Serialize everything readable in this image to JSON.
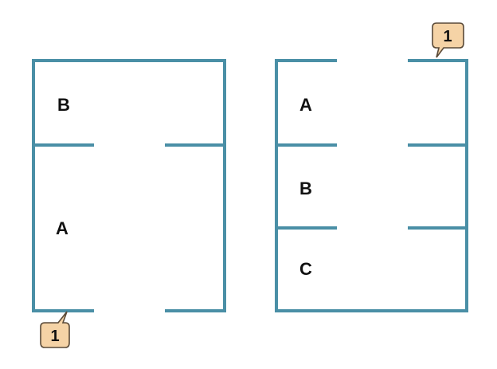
{
  "diagram": {
    "colors": {
      "wall": "#4a8fa6",
      "callout_fill": "#f5d3a6",
      "callout_border": "#5a4a38",
      "label": "#111111"
    },
    "left_layout": {
      "rooms": [
        {
          "label": "B"
        },
        {
          "label": "A"
        }
      ],
      "callout": {
        "label": "1"
      }
    },
    "right_layout": {
      "rooms": [
        {
          "label": "A"
        },
        {
          "label": "B"
        },
        {
          "label": "C"
        }
      ],
      "callout": {
        "label": "1"
      }
    }
  }
}
